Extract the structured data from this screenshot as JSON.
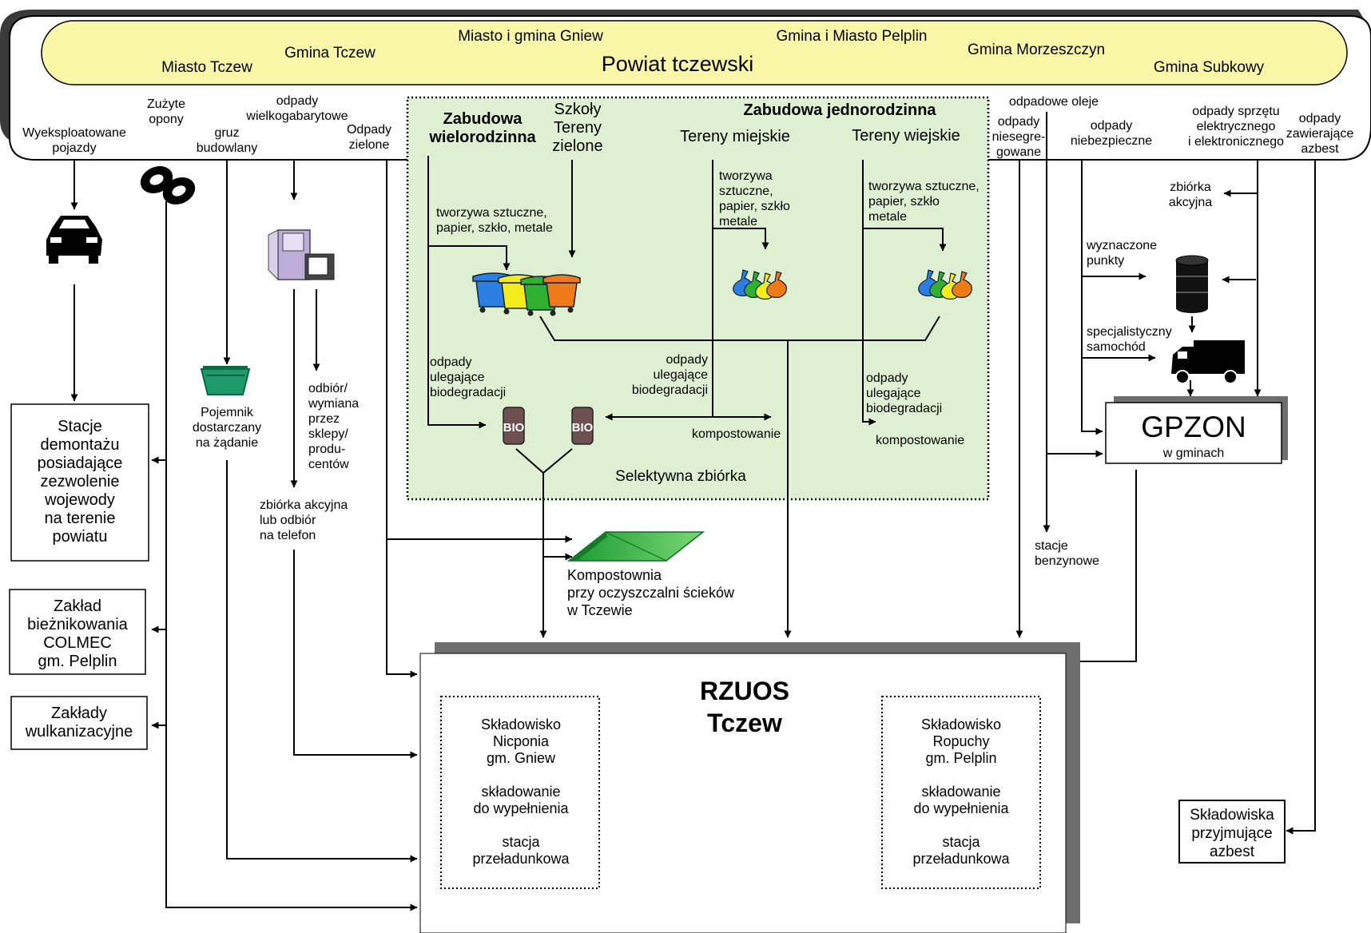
{
  "header": {
    "title": "Powiat tczewski",
    "municipalities": [
      "Miasto Tczew",
      "Gmina Tczew",
      "Miasto i gmina Gniew",
      "Gmina i Miasto Pelplin",
      "Gmina Morzeszczyn",
      "Gmina Subkowy"
    ]
  },
  "waste_streams": {
    "pojazdy": [
      "Wyeksploatowane",
      "pojazdy"
    ],
    "opony": [
      "Zużyte",
      "opony"
    ],
    "gruz": [
      "gruz",
      "budowlany"
    ],
    "wielkogabarytowe": [
      "odpady",
      "wielkogabarytowe"
    ],
    "zielone": [
      "Odpady",
      "zielone"
    ],
    "oleje": "odpadowe oleje",
    "niesegregowane": [
      "odpady",
      "niesegre-",
      "gowane"
    ],
    "niebezpieczne": [
      "odpady",
      "niebezpieczne"
    ],
    "elektroniczne": [
      "odpady sprzętu",
      "elektrycznego",
      "i elektronicznego"
    ],
    "azbest": [
      "odpady",
      "zawierające",
      "azbest"
    ]
  },
  "selective": {
    "area_label": "Selektywna zbiórka",
    "wielorodzinna": [
      "Zabudowa",
      "wielorodzinna"
    ],
    "szkoly": [
      "Szkoły",
      "Tereny",
      "zielone"
    ],
    "jednorodzinna": "Zabudowa jednorodzinna",
    "miejskie": "Tereny miejskie",
    "wiejskie": "Tereny wiejskie",
    "recyclables_multi": [
      "tworzywa sztuczne,",
      "papier, szkło, metale"
    ],
    "recyclables_urban": [
      "tworzywa",
      "sztuczne,",
      "papier, szkło",
      "metale"
    ],
    "recyclables_rural": [
      "tworzywa sztuczne,",
      "papier, szkło",
      "metale"
    ],
    "bio_label": [
      "odpady",
      "ulegające",
      "biodegradacji"
    ],
    "bio_bin": "BIO",
    "kompostowanie": "kompostowanie"
  },
  "collection": {
    "pojemnik": [
      "Pojemnik",
      "dostarczany",
      "na żądanie"
    ],
    "odbior": [
      "odbiór/",
      "wymiana",
      "przez",
      "sklepy/",
      "produ-",
      "centów"
    ],
    "akcyjna_telefon": [
      "zbiórka akcyjna",
      "lub odbiór",
      "na telefon"
    ],
    "kompostownia": [
      "Kompostownia",
      "przy oczyszczalni ścieków",
      "w Tczewie"
    ],
    "stacje_benzynowe": [
      "stacje",
      "benzynowe"
    ],
    "zbiorka_akcyjna": [
      "zbiórka",
      "akcyjna"
    ],
    "wyznaczone_punkty": [
      "wyznaczone",
      "punkty"
    ],
    "samochod": [
      "specjalistyczny",
      "samochód"
    ]
  },
  "facilities": {
    "stacje_demontazu": [
      "Stacje",
      "demontażu",
      "posiadające",
      "zezwolenie",
      "wojewody",
      "na terenie",
      "powiatu"
    ],
    "colmec": [
      "Zakład",
      "bieżnikowania",
      "COLMEC",
      "gm. Pelplin"
    ],
    "wulkanizacyjne": [
      "Zakłady",
      "wulkanizacyjne"
    ],
    "gpzon_title": "GPZON",
    "gpzon_sub": "w gminach",
    "azbest_dump": [
      "Składowiska",
      "przyjmujące",
      "azbest"
    ]
  },
  "rzuos": {
    "title": [
      "RZUOS",
      "Tczew"
    ],
    "left": [
      "Składowisko",
      "Nicponia",
      "gm. Gniew",
      "",
      "składowanie",
      "do wypełnienia",
      "",
      "stacja",
      "przeładunkowa"
    ],
    "right": [
      "Składowisko",
      "Ropuchy",
      "gm. Pelplin",
      "",
      "składowanie",
      "do wypełnienia",
      "",
      "stacja",
      "przeładunkowa"
    ]
  },
  "colors": {
    "header_fill": "#fbf7a8",
    "selective_fill": "#dff0d2",
    "compost_green": "#25b03c",
    "bin_blue": "#2a7fe0",
    "bin_yellow": "#f4ec1c",
    "bin_green": "#30b030",
    "bin_orange": "#ee7a18",
    "bio_bin": "#6e5050"
  }
}
